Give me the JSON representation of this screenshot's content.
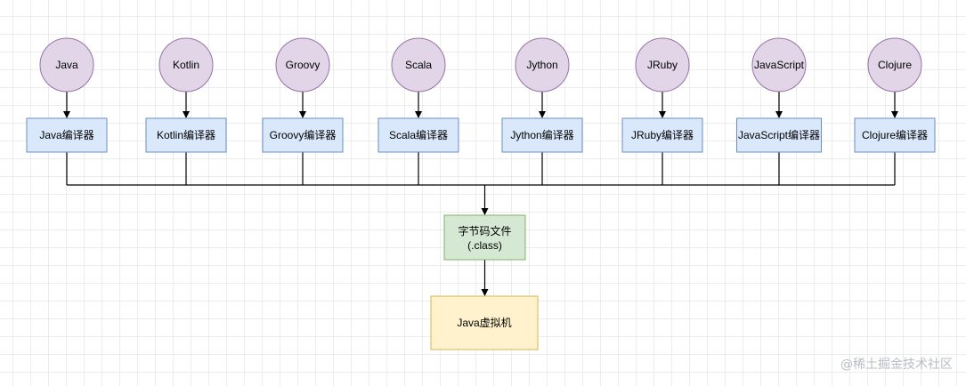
{
  "languages": [
    {
      "name": "Java",
      "compiler": "Java编译器"
    },
    {
      "name": "Kotlin",
      "compiler": "Kotlin编译器"
    },
    {
      "name": "Groovy",
      "compiler": "Groovy编译器"
    },
    {
      "name": "Scala",
      "compiler": "Scala编译器"
    },
    {
      "name": "Jython",
      "compiler": "Jython编译器"
    },
    {
      "name": "JRuby",
      "compiler": "JRuby编译器"
    },
    {
      "name": "JavaScript",
      "compiler": "JavaScript编译器"
    },
    {
      "name": "Clojure",
      "compiler": "Clojure编译器"
    }
  ],
  "bytecode": {
    "line1": "字节码文件",
    "line2": "(.class)"
  },
  "jvm": {
    "label": "Java虚拟机"
  },
  "watermark": "@稀土掘金技术社区",
  "colors": {
    "language_fill": "#e1d5e7",
    "language_stroke": "#9673a6",
    "compiler_fill": "#dae8fc",
    "compiler_stroke": "#6c8ebf",
    "bytecode_fill": "#d5e8d4",
    "bytecode_stroke": "#82b366",
    "jvm_fill": "#fff2cc",
    "jvm_stroke": "#d6b656"
  }
}
